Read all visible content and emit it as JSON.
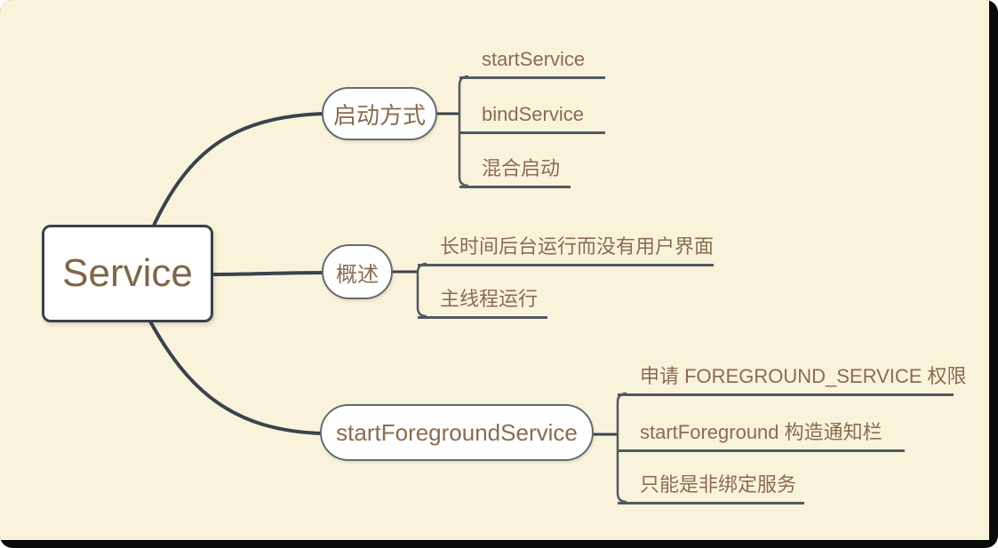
{
  "map": {
    "root": {
      "label": "Service"
    },
    "branches": [
      {
        "label": "启动方式",
        "children": [
          {
            "label": "startService"
          },
          {
            "label": "bindService"
          },
          {
            "label": "混合启动"
          }
        ]
      },
      {
        "label": "概述",
        "children": [
          {
            "label": "长时间后台运行而没有用户界面"
          },
          {
            "label": "主线程运行"
          }
        ]
      },
      {
        "label": "startForegroundService",
        "children": [
          {
            "label": "申请 FOREGROUND_SERVICE 权限"
          },
          {
            "label": "startForeground 构造通知栏"
          },
          {
            "label": "只能是非绑定服务"
          }
        ]
      }
    ]
  },
  "colors": {
    "background": "#faf3db",
    "frame_edge": "#0a0a0a",
    "main_line": "#3a424e",
    "sub_line": "#515962",
    "node_border": "#636b73",
    "root_border": "#39414d",
    "text_brown": "#8a6c50",
    "node_fill": "#ffffff"
  }
}
